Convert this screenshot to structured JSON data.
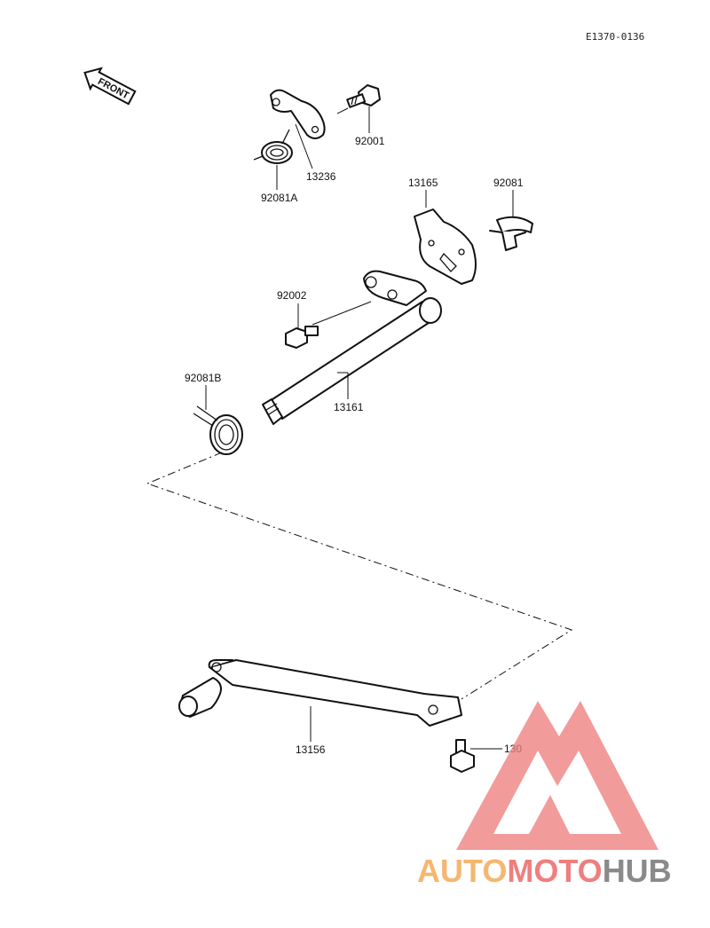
{
  "diagram_code": "E1370-0136",
  "front_label": "FRONT",
  "parts": {
    "p92001": "92001",
    "p13236": "13236",
    "p92081a": "92081A",
    "p13165": "13165",
    "p92081": "92081",
    "p92002": "92002",
    "p92081b": "92081B",
    "p13161": "13161",
    "p13156": "13156",
    "p130": "130"
  },
  "watermark": {
    "part1": "AUTO",
    "part2": "MOTO",
    "part3": "HUB",
    "color_orange": "#f5b770",
    "color_red": "#ef7f7f",
    "color_gray": "#8a8a8a"
  }
}
